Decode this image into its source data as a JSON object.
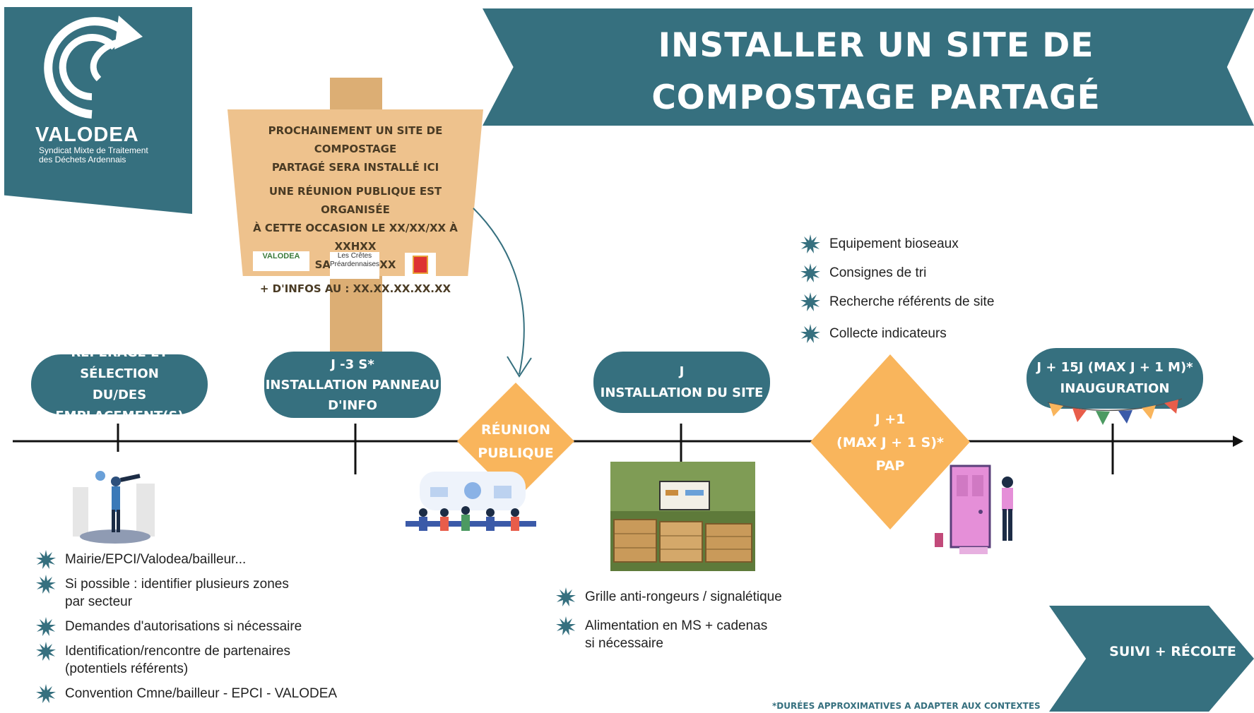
{
  "title": {
    "line1": "INSTALLER UN SITE DE",
    "line2": "COMPOSTAGE PARTAGÉ"
  },
  "logo": {
    "name": "VALODEA",
    "sub1": "Syndicat Mixte de Traitement",
    "sub2": "des Déchets Ardennais"
  },
  "sign": {
    "line1": "PROCHAINEMENT UN SITE DE COMPOSTAGE",
    "line2": "PARTAGÉ SERA INSTALLÉ ICI",
    "line3": "UNE RÉUNION PUBLIQUE EST ORGANISÉE",
    "line4": "À CETTE OCCASION LE XX/XX/XX À XXHXX",
    "line5": "SALLE XXXXX",
    "line6": "+ D'INFOS AU : XX.XX.XX.XX.XX",
    "logo1": "VALODEA",
    "logo2a": "Les Crêtes",
    "logo2b": "Préardennaises"
  },
  "steps": {
    "s1": {
      "line1": "REPÉRAGE ET SÉLECTION",
      "line2": "DU/DES EMPLACEMENT(S)"
    },
    "s2": {
      "line1": "J -3 S*",
      "line2": "INSTALLATION PANNEAU",
      "line3": "D'INFO"
    },
    "s3": {
      "line1": "RÉUNION",
      "line2": "PUBLIQUE"
    },
    "s4": {
      "line1": "J",
      "line2": "INSTALLATION DU SITE"
    },
    "s5": {
      "line1": "J +1",
      "line2": "(MAX J + 1 S)*",
      "line3": "PAP"
    },
    "s6": {
      "line1": "J + 15J (MAX J + 1 M)*",
      "line2": "INAUGURATION"
    }
  },
  "list_left": [
    "Mairie/EPCI/Valodea/bailleur...",
    "Si possible : identifier plusieurs zones par secteur",
    "Demandes d'autorisations si nécessaire",
    "Identification/rencontre de partenaires (potentiels référents)",
    "Convention Cmne/bailleur - EPCI - VALODEA"
  ],
  "list_middle": [
    "Grille anti-rongeurs / signalétique",
    "Alimentation en MS + cadenas si nécessaire"
  ],
  "list_right": [
    "Equipement bioseaux",
    "Consignes de tri",
    "Recherche référents de site",
    "Collecte indicateurs"
  ],
  "suivi": "SUIVI + RÉCOLTE",
  "footnote": "*DURÉES APPROXIMATIVES A ADAPTER AUX CONTEXTES",
  "colors": {
    "teal": "#36707f",
    "orange": "#f9b55c",
    "wood": "#e3b57f"
  }
}
